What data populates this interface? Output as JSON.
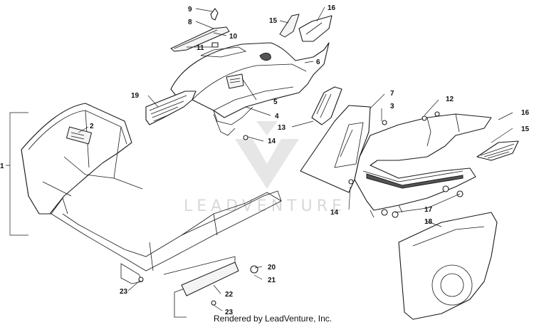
{
  "callouts": [
    "1",
    "2",
    "3",
    "4",
    "5",
    "6",
    "7",
    "8",
    "9",
    "10",
    "11",
    "12",
    "13",
    "14",
    "14",
    "15",
    "15",
    "16",
    "16",
    "17",
    "18",
    "19",
    "20",
    "21",
    "22",
    "23",
    "23"
  ],
  "watermark": "LEADVENTURE",
  "footer": "Rendered by LeadVenture, Inc.",
  "colors": {
    "line": "#1a1a1a",
    "watermark": "#d9d9d9",
    "background": "#ffffff"
  }
}
